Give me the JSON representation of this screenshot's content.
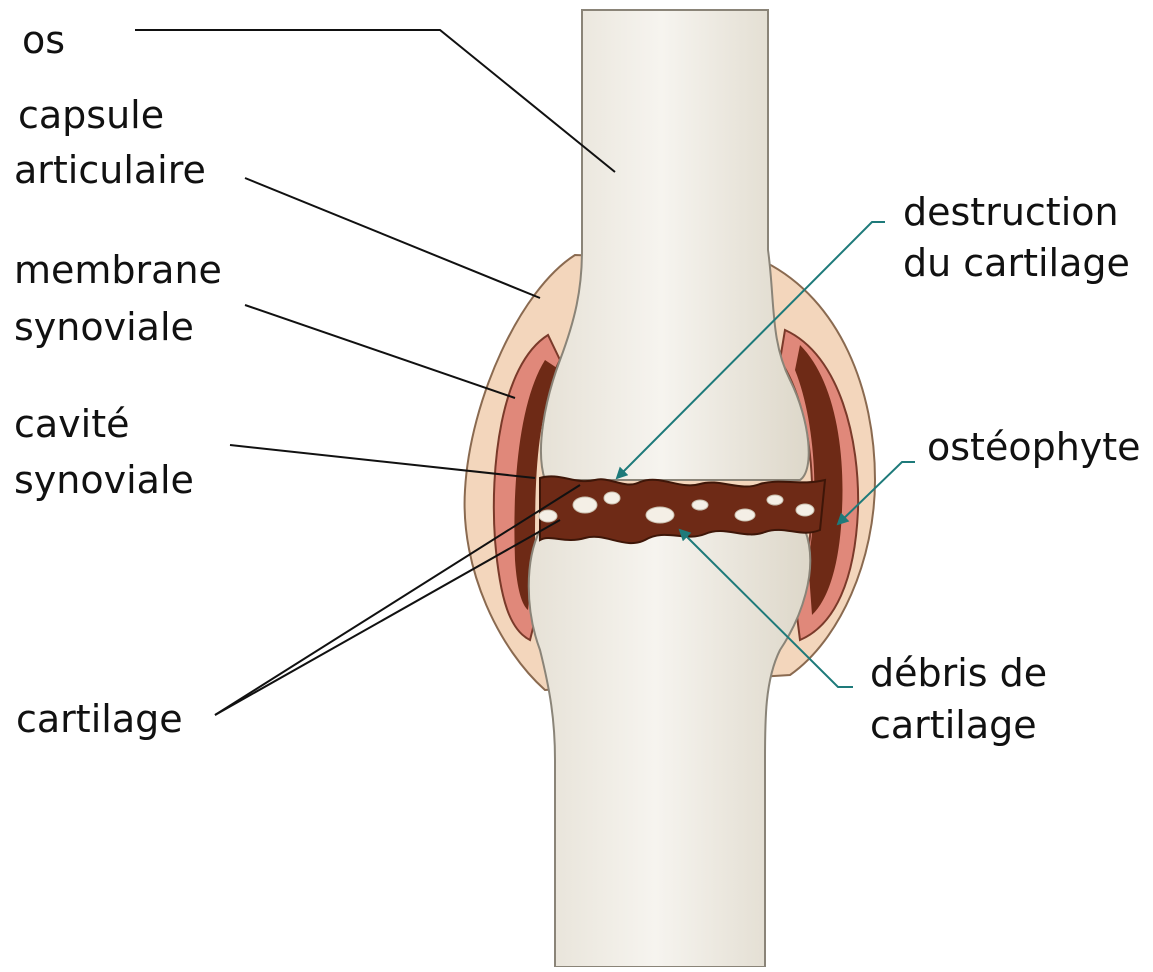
{
  "labels_left": {
    "os": "os",
    "capsule": [
      "capsule",
      "articulaire"
    ],
    "membrane": [
      "membrane",
      "synoviale"
    ],
    "cavite": [
      "cavité",
      "synoviale"
    ],
    "cartilage": "cartilage"
  },
  "labels_right": {
    "destruction": [
      "destruction",
      "du cartilage"
    ],
    "osteophyte": "ostéophyte",
    "debris": [
      "débris de",
      "cartilage"
    ]
  },
  "colors": {
    "bone": "#eeece6",
    "bone_shade": "#ddd7c9",
    "capsule": "#f3d6bc",
    "membrane": "#e0887a",
    "cavity": "#6e2a16",
    "leader_line": "#111111",
    "arrow": "#1e7a7a"
  }
}
